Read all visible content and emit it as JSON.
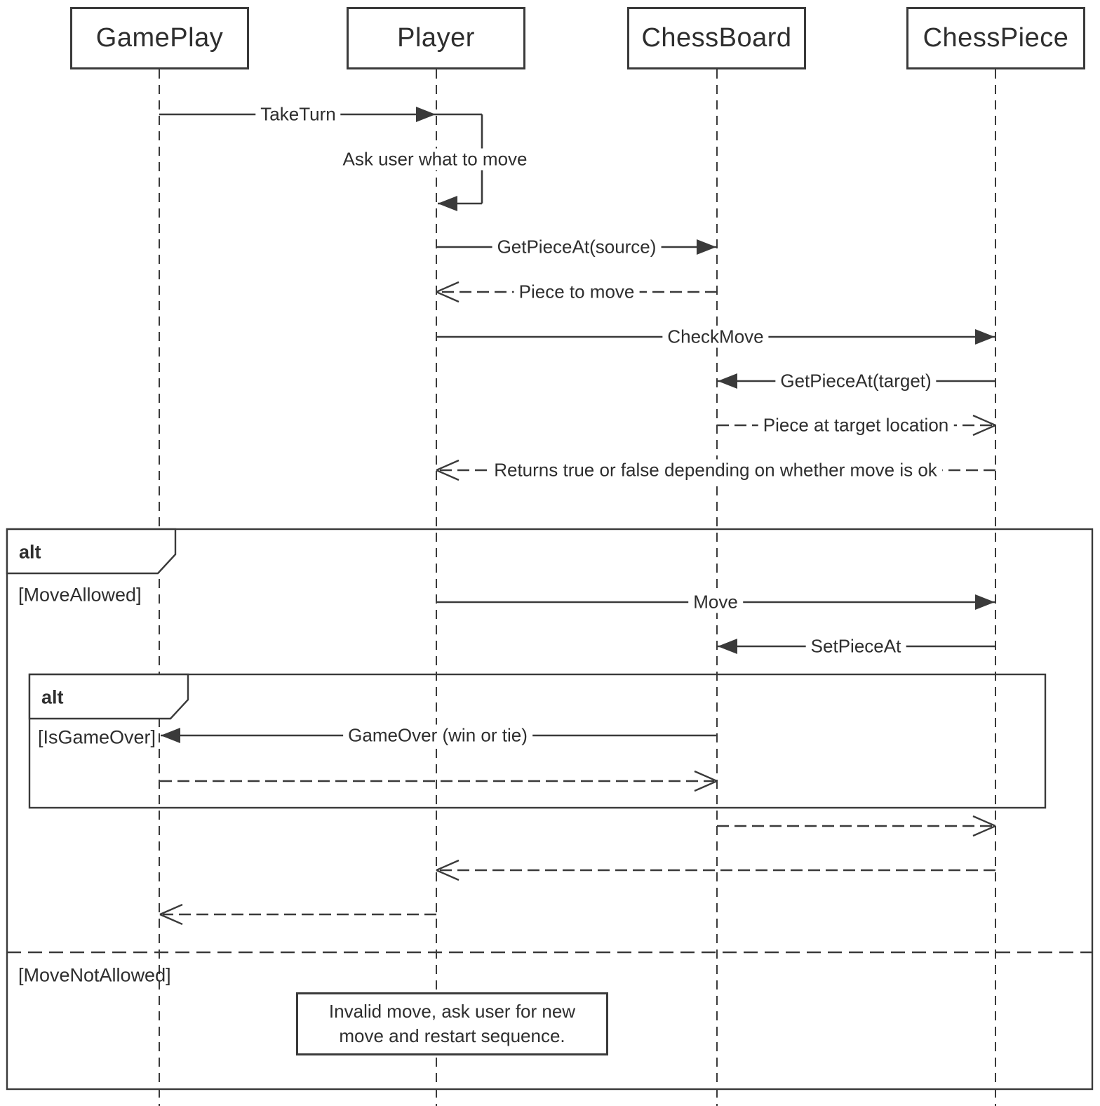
{
  "diagram": {
    "kind": "UML sequence diagram",
    "topic": "Chess game move sequence"
  },
  "actors": [
    {
      "name": "GamePlay"
    },
    {
      "name": "Player"
    },
    {
      "name": "ChessBoard"
    },
    {
      "name": "ChessPiece"
    }
  ],
  "messages": [
    {
      "label": "TakeTurn",
      "from": "GamePlay",
      "to": "Player",
      "type": "sync"
    },
    {
      "label": "Ask user what to move",
      "from": "Player",
      "to": "Player",
      "type": "self"
    },
    {
      "label": "GetPieceAt(source)",
      "from": "Player",
      "to": "ChessBoard",
      "type": "sync"
    },
    {
      "label": "Piece to move",
      "from": "ChessBoard",
      "to": "Player",
      "type": "return"
    },
    {
      "label": "CheckMove",
      "from": "Player",
      "to": "ChessPiece",
      "type": "sync"
    },
    {
      "label": "GetPieceAt(target)",
      "from": "ChessPiece",
      "to": "ChessBoard",
      "type": "sync"
    },
    {
      "label": "Piece at target location",
      "from": "ChessBoard",
      "to": "ChessPiece",
      "type": "return"
    },
    {
      "label": "Returns true or false depending on whether move is ok",
      "from": "ChessPiece",
      "to": "Player",
      "type": "return"
    },
    {
      "label": "Move",
      "from": "Player",
      "to": "ChessPiece",
      "type": "sync"
    },
    {
      "label": "SetPieceAt",
      "from": "ChessPiece",
      "to": "ChessBoard",
      "type": "sync"
    },
    {
      "label": "GameOver (win or tie)",
      "from": "ChessBoard",
      "to": "GamePlay",
      "type": "sync"
    },
    {
      "label": "",
      "from": "GamePlay",
      "to": "ChessBoard",
      "type": "return"
    },
    {
      "label": "",
      "from": "ChessBoard",
      "to": "ChessPiece",
      "type": "return"
    },
    {
      "label": "",
      "from": "ChessPiece",
      "to": "Player",
      "type": "return"
    },
    {
      "label": "",
      "from": "Player",
      "to": "GamePlay",
      "type": "return"
    }
  ],
  "fragments": {
    "outer": {
      "operator": "alt",
      "guard1": "[MoveAllowed]",
      "guard2": "[MoveNotAllowed]"
    },
    "inner": {
      "operator": "alt",
      "guard1": "[IsGameOver]"
    }
  },
  "note": {
    "line1": "Invalid move, ask user for new",
    "line2": "move and restart sequence."
  },
  "colors": {
    "stroke": "#3a3a3a",
    "text": "#2e2e2e",
    "background": "#ffffff"
  }
}
